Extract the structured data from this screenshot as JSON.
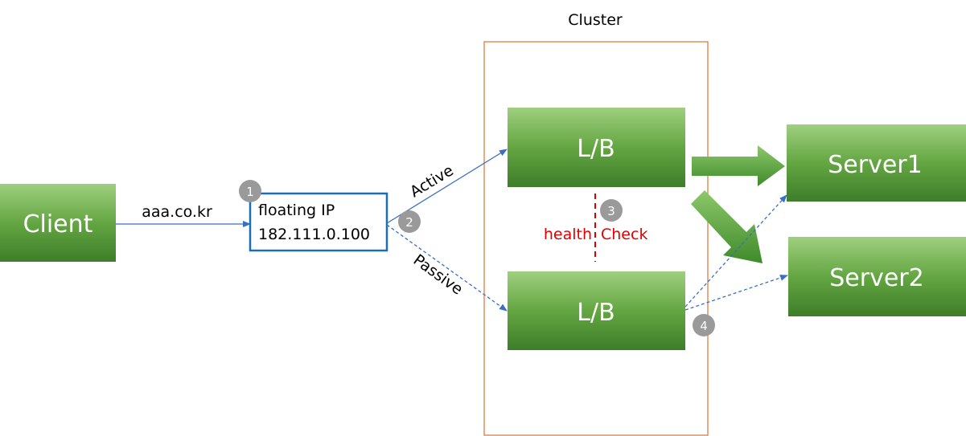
{
  "cluster": {
    "label": "Cluster",
    "border_color": "#e07030"
  },
  "client": {
    "label": "Client"
  },
  "client_link": {
    "label": "aaa.co.kr"
  },
  "floating_ip": {
    "line1": "floating IP",
    "line2": "182.111.0.100",
    "border_color": "#1a6fb5"
  },
  "links": {
    "active": "Active",
    "passive": "Passive"
  },
  "load_balancers": [
    {
      "label": "L/B"
    },
    {
      "label": "L/B"
    }
  ],
  "health_check": {
    "left": "health",
    "right": "Check",
    "color": "#e00000"
  },
  "servers": [
    {
      "label": "Server1"
    },
    {
      "label": "Server2"
    }
  ],
  "steps": [
    "1",
    "2",
    "3",
    "4"
  ],
  "colors": {
    "box_top": "#9fcf7f",
    "box_bottom": "#3e7d2a",
    "arrow_blue": "#3a6fc4",
    "badge": "#9a9a9a"
  }
}
